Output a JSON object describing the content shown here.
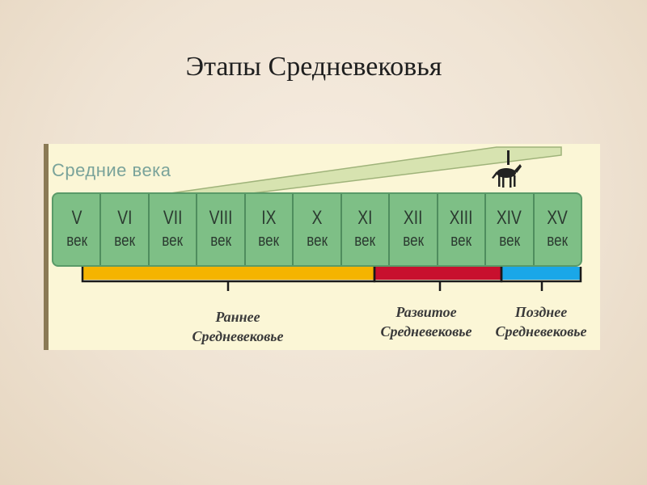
{
  "title": "Этапы Средневековья",
  "ribbon_label": "Средние века",
  "centuries": [
    {
      "num": "V",
      "unit": "век"
    },
    {
      "num": "VI",
      "unit": "век"
    },
    {
      "num": "VII",
      "unit": "век"
    },
    {
      "num": "VIII",
      "unit": "век"
    },
    {
      "num": "IX",
      "unit": "век"
    },
    {
      "num": "X",
      "unit": "век"
    },
    {
      "num": "XI",
      "unit": "век"
    },
    {
      "num": "XII",
      "unit": "век"
    },
    {
      "num": "XIII",
      "unit": "век"
    },
    {
      "num": "XIV",
      "unit": "век"
    },
    {
      "num": "XV",
      "unit": "век"
    }
  ],
  "periods": {
    "early": {
      "line1": "Раннее",
      "line2": "Средневековье",
      "color": "#f5b400"
    },
    "high": {
      "line1": "Развитое",
      "line2": "Средневековье",
      "color": "#c8102e"
    },
    "late": {
      "line1": "Позднее",
      "line2": "Средневековье",
      "color": "#1aa7e8"
    }
  },
  "icons": {
    "horse": "horse-rider-icon"
  }
}
